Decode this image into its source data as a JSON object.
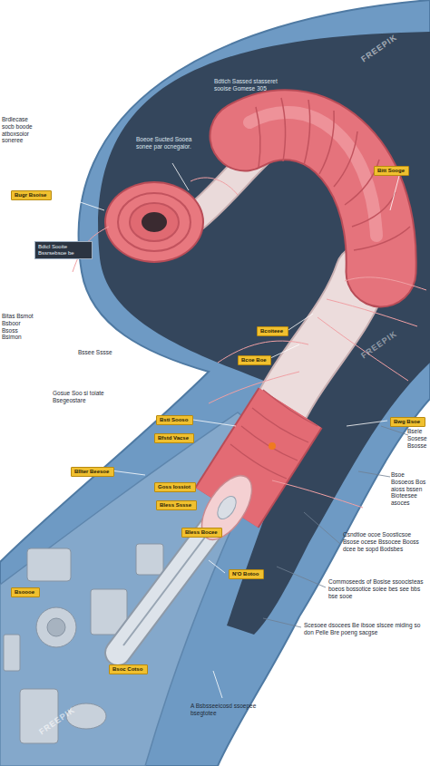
{
  "diagram": {
    "nodes": [
      {
        "text": [
          "Bitt Sooge"
        ]
      },
      {
        "text": [
          "Bugr Bsoise"
        ]
      },
      {
        "text": [
          "Bdtcl Sooite Bssrsebsoe be"
        ]
      },
      {
        "text": [
          "Bcoiteee"
        ]
      },
      {
        "text": [
          "Bcoe Boe"
        ]
      },
      {
        "text": [
          "Bsti Sooso"
        ]
      },
      {
        "text": [
          "Bwg Bsoe"
        ]
      },
      {
        "text": [
          "Bfstd Vacse"
        ]
      },
      {
        "text": [
          "Bllter Beesoe"
        ]
      },
      {
        "text": [
          "Goss Iossiot"
        ]
      },
      {
        "text": [
          "Bless Sssse"
        ]
      },
      {
        "text": [
          "Bless Bocee"
        ]
      },
      {
        "text": [
          "N'O Botoo"
        ]
      },
      {
        "text": [
          "Bsoooe"
        ]
      },
      {
        "text": [
          "Bsoc Cotso"
        ]
      }
    ],
    "labels": [
      "Bdtich Sassed stasseret sooise Gomese 305",
      "Boeoe Sucted Sooea sonee par ocnegaior.",
      "Brdlecase socb boode atboxsoior soneree",
      "Bitas Bsmot Bsboor Bsoss Bsimon",
      "Bssee Sssse",
      "Gosue Soo si toiate Bsegeostare",
      "Bseie Sosese Bsosse",
      "Bsoe Bosoeos Bos aioss bssen Bioteesee asoces",
      "Csndtioe ocoe Soosticsoe Bsose ocese Bssocee Booss dcee be sopd Bodsbes",
      "Commoseeds of Bosise ssoocisteas boeos bossotice soiee bes see bbs bse sooe",
      "Scesoee dsocees Be ibsoe slscee miding so don Pelle Bre poeng sacgse",
      "A Bsbsseeicosd ssoepee bsegtotee",
      "FREEPIK",
      "FREEPIK",
      "FREEPIK"
    ]
  }
}
